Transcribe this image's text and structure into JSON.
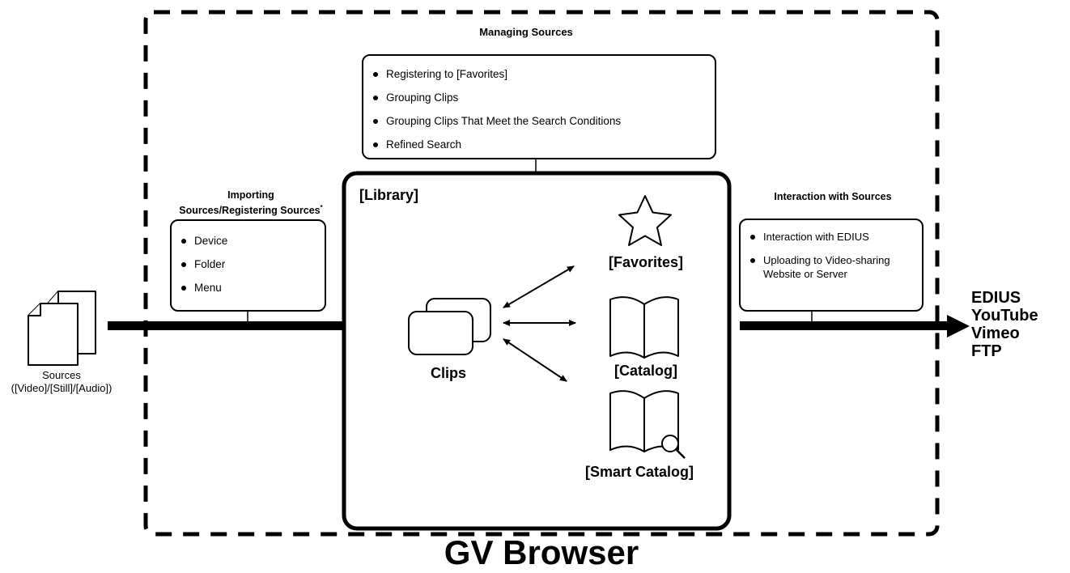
{
  "managing": {
    "title": "Managing Sources",
    "items": [
      "Registering to [Favorites]",
      "Grouping Clips",
      "Grouping Clips That Meet the Search Conditions",
      "Refined Search"
    ]
  },
  "importing": {
    "title_line1": "Importing",
    "title_line2": "Sources/Registering Sources",
    "title_mark": "*",
    "items": [
      "Device",
      "Folder",
      "Menu"
    ]
  },
  "interaction": {
    "title": "Interaction with Sources",
    "items": [
      "Interaction with EDIUS",
      "Uploading to Video-sharing Website or Server"
    ]
  },
  "library": {
    "title": "[Library]",
    "clips": "Clips",
    "favorites": "[Favorites]",
    "catalog": "[Catalog]",
    "smart_catalog": "[Smart Catalog]"
  },
  "sources": {
    "line1": "Sources",
    "line2": "([Video]/[Still]/[Audio])"
  },
  "outputs": [
    "EDIUS",
    "YouTube",
    "Vimeo",
    "FTP"
  ],
  "app_title": "GV Browser"
}
